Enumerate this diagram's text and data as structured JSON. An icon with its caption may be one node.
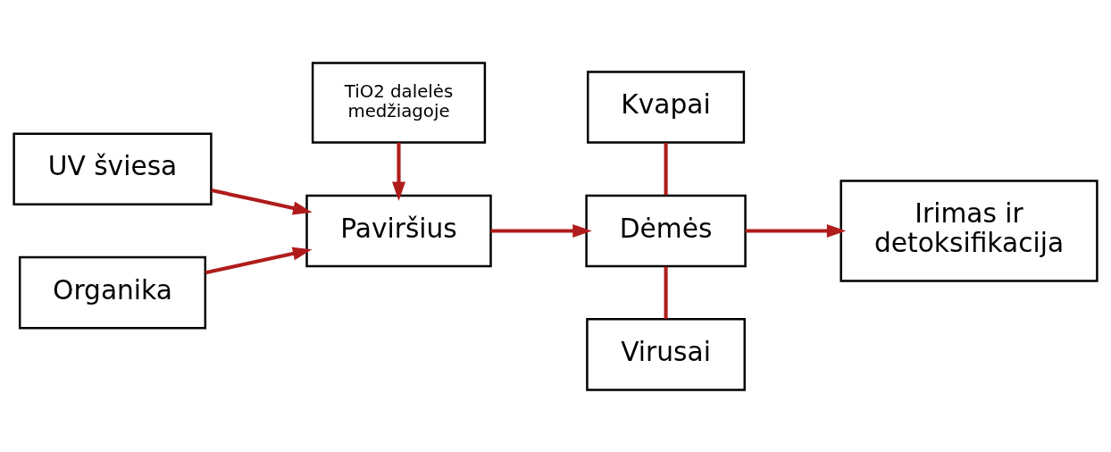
{
  "diagram": {
    "nodes": [
      {
        "text": [
          "UV šviesa"
        ]
      },
      {
        "text": [
          "Organika"
        ]
      },
      {
        "text": [
          "Paviršius"
        ]
      },
      {
        "text": [
          "TiO2 dalelės medžiagoje"
        ]
      },
      {
        "text": [
          "Kvapai"
        ]
      },
      {
        "text": [
          "Dėmės"
        ]
      },
      {
        "text": [
          "Virusai"
        ]
      },
      {
        "text": [
          "Irimas ir detoksifikacija"
        ]
      }
    ],
    "edges": [
      {
        "from": 0,
        "to": 2,
        "arrow": "to"
      },
      {
        "from": 1,
        "to": 2,
        "arrow": "to"
      },
      {
        "from": 3,
        "to": 2,
        "arrow": "to"
      },
      {
        "from": 2,
        "to": 5,
        "arrow": "to"
      },
      {
        "from": 4,
        "to": 5,
        "arrow": "none"
      },
      {
        "from": 5,
        "to": 6,
        "arrow": "none"
      },
      {
        "from": 5,
        "to": 7,
        "arrow": "to"
      }
    ]
  }
}
